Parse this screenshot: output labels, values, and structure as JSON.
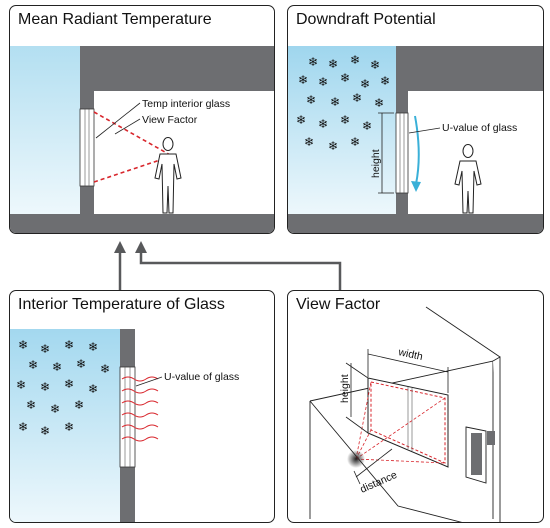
{
  "panels": {
    "mrt": {
      "title": "Mean Radiant Temperature",
      "label_temp_glass": "Temp interior glass",
      "label_view_factor": "View Factor"
    },
    "downdraft": {
      "title": "Downdraft Potential",
      "label_uvalue": "U-value of glass",
      "label_height": "height"
    },
    "glass_temp": {
      "title": "Interior Temperature of Glass",
      "label_uvalue": "U-value of glass"
    },
    "view_factor": {
      "title": "View Factor",
      "label_width": "width",
      "label_height": "height",
      "label_distance": "distance"
    }
  },
  "colors": {
    "wall": "#6d6e71",
    "sky_top": "#a9dbef",
    "sky_bottom": "#eef8fc",
    "dashed_line": "#d8262c",
    "airflow_arrow": "#3ab0d8",
    "connector_arrow": "#58595b",
    "heat_wave": "#d8262c"
  },
  "icons": [
    "snowflake-icon",
    "person-figure-icon",
    "window-glass-icon",
    "observer-point-icon"
  ]
}
